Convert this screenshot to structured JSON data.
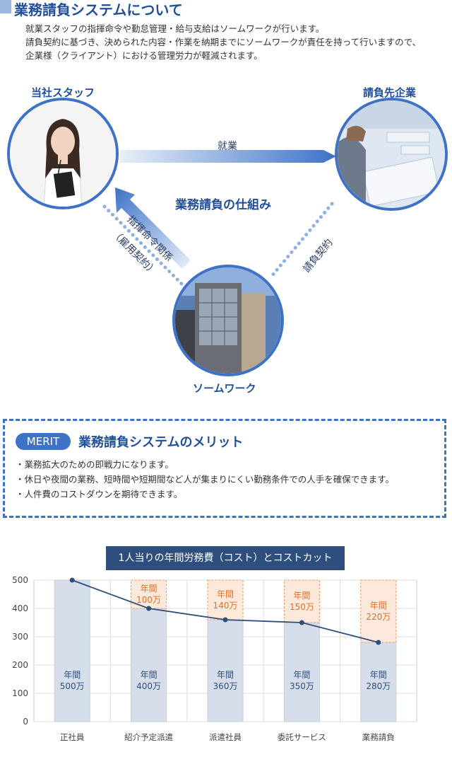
{
  "header": {
    "title": "業務請負システムについて",
    "intro": [
      "就業スタッフの指揮命令や勤怠管理・給与支給はソームワークが行います。",
      "請負契約に基づき、決められた内容・作業を納期までにソームワークが責任を持って行いますので、",
      "企業様（クライアント）における管理労力が軽減されます。"
    ]
  },
  "diagram": {
    "staff_label": "当社スタッフ",
    "client_label": "請負先企業",
    "company_label": "ソームワーク",
    "center_label": "業務請負の仕組み",
    "arrow_work": "就業",
    "arrow_command": "指揮命令関係",
    "link_employment": "（雇用契約）",
    "link_contract": "請負契約"
  },
  "merit": {
    "badge": "MERIT",
    "title": "業務請負システムのメリット",
    "items": [
      "・業務拡大のための即戦力になります。",
      "・休日や夜間の業務、短時間や短期間など人が集まりにくい勤務条件での人手を確保できます。",
      "・人件費のコストダウンを期待できます。"
    ]
  },
  "colors": {
    "accent": "#1f4f9a",
    "bar_fill": "#d6deeb",
    "saving_border": "#f09a5e",
    "saving_fill": "#fde9dc",
    "saving_text": "#e07028",
    "line": "#2e4f7d"
  },
  "chart_data": {
    "type": "bar",
    "title": "1人当りの年間労務費（コスト）とコストカット",
    "categories": [
      "正社員",
      "紹介予定派遣",
      "派遣社員",
      "委託サービス",
      "業務請負"
    ],
    "values": [
      500,
      400,
      360,
      350,
      280
    ],
    "value_labels": [
      [
        "年間",
        "500万"
      ],
      [
        "年間",
        "400万"
      ],
      [
        "年間",
        "360万"
      ],
      [
        "年間",
        "350万"
      ],
      [
        "年間",
        "280万"
      ]
    ],
    "savings": [
      0,
      100,
      140,
      150,
      220
    ],
    "saving_labels": [
      null,
      [
        "年間",
        "100万"
      ],
      [
        "年間",
        "140万"
      ],
      [
        "年間",
        "150万"
      ],
      [
        "年間",
        "220万"
      ]
    ],
    "yticks": [
      0,
      100,
      200,
      300,
      400,
      500
    ],
    "ylim": [
      0,
      500
    ],
    "grid": true,
    "line_overlay": true
  }
}
